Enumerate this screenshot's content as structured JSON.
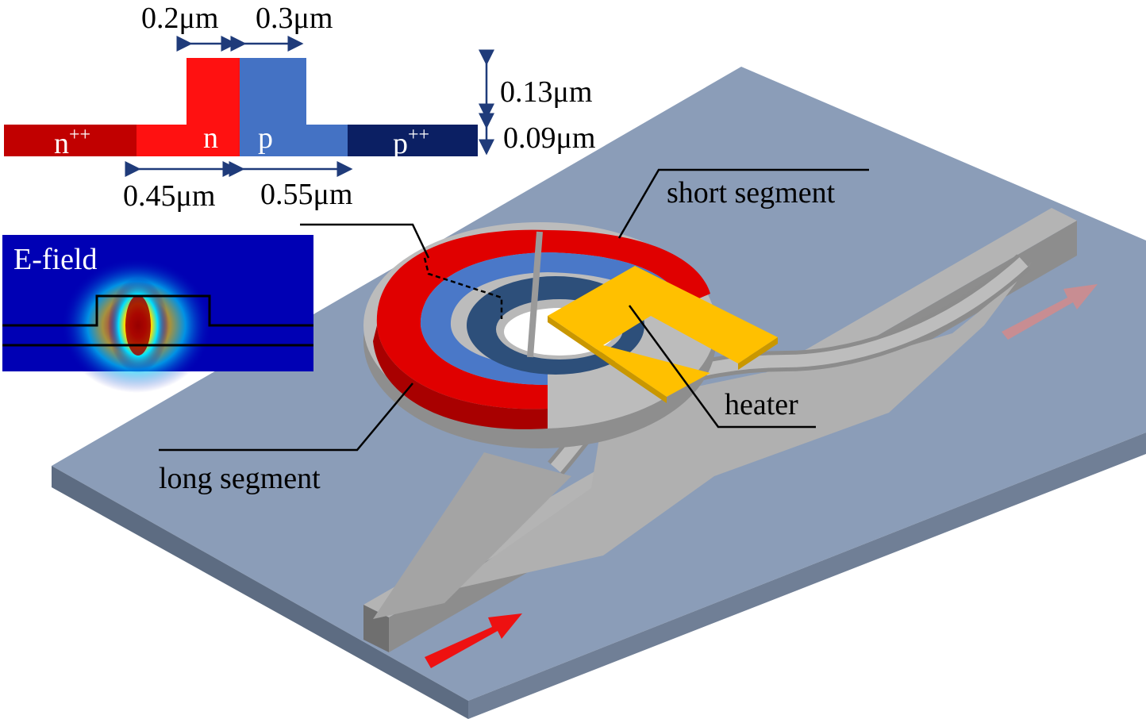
{
  "cross_section": {
    "regions": [
      {
        "name": "n++",
        "base": "n",
        "sup": "++",
        "color": "#c10000"
      },
      {
        "name": "n",
        "base": "n",
        "sup": "",
        "color": "#ff1111"
      },
      {
        "name": "p",
        "base": "p",
        "sup": "",
        "color": "#4472c4"
      },
      {
        "name": "p++",
        "base": "p",
        "sup": "++",
        "color": "#0b1f63"
      }
    ],
    "dimensions": {
      "rib_n_width": "0.2μm",
      "rib_p_width": "0.3μm",
      "rib_height": "0.13μm",
      "slab_height": "0.09μm",
      "n_slab_width": "0.45μm",
      "p_slab_width": "0.55μm"
    }
  },
  "mode_inset": {
    "label": "E-field"
  },
  "device_labels": {
    "short_segment": "short segment",
    "long_segment": "long segment",
    "heater": "heater"
  },
  "colors": {
    "substrate_top": "#8a9db8",
    "substrate_side": "#5a6a80",
    "silicon": "#a8a8a8",
    "heater": "#ffc000",
    "n_region": "#e00000",
    "p_region": "#4a78c8",
    "arrow_in": "#ee1111",
    "arrow_out": "#d08a8a"
  }
}
